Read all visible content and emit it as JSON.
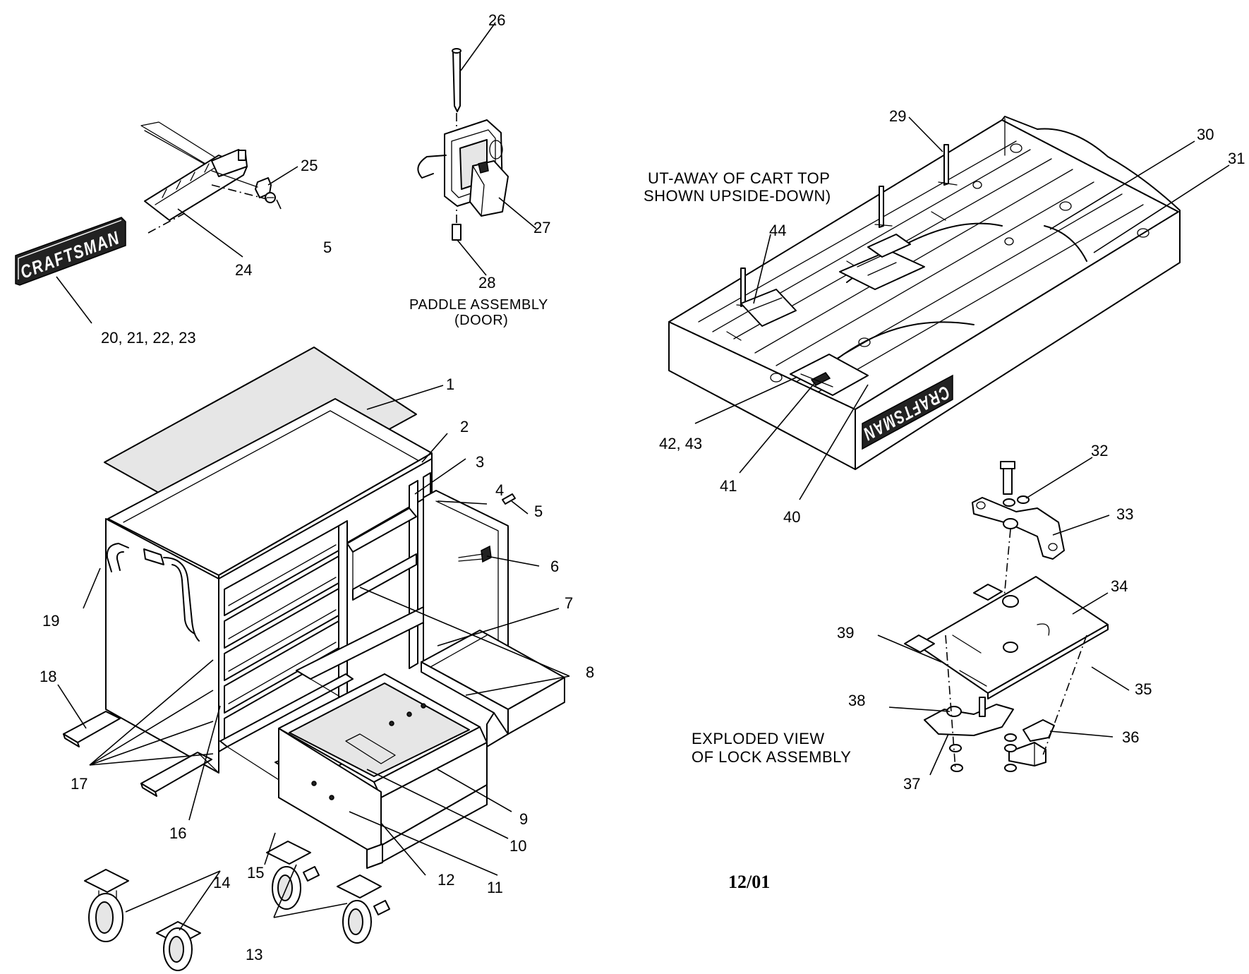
{
  "brand": {
    "logo_text": "CRAFTSMAN"
  },
  "captions": {
    "paddle_line1": "PADDLE ASSEMBLY",
    "paddle_line2": "(DOOR)",
    "cutaway_line1": "UT-AWAY OF CART TOP",
    "cutaway_line2": "SHOWN UPSIDE-DOWN)",
    "exploded_line1": "EXPLODED VIEW",
    "exploded_line2": "OF LOCK ASSEMBLY",
    "date_code": "12/01"
  },
  "callouts": {
    "c1": "1",
    "c2": "2",
    "c3": "3",
    "c4": "4",
    "c5a": "5",
    "c5b": "5",
    "c6": "6",
    "c7": "7",
    "c8": "8",
    "c9": "9",
    "c10": "10",
    "c11": "11",
    "c12": "12",
    "c13": "13",
    "c14": "14",
    "c15": "15",
    "c16": "16",
    "c17": "17",
    "c18": "18",
    "c19": "19",
    "c20_23": "20, 21, 22, 23",
    "c24": "24",
    "c25": "25",
    "c26": "26",
    "c27": "27",
    "c28": "28",
    "c29": "29",
    "c30": "30",
    "c31": "31",
    "c32": "32",
    "c33": "33",
    "c34": "34",
    "c35": "35",
    "c36": "36",
    "c37": "37",
    "c38": "38",
    "c39": "39",
    "c40": "40",
    "c41": "41",
    "c42_43": "42, 43",
    "c44": "44"
  }
}
